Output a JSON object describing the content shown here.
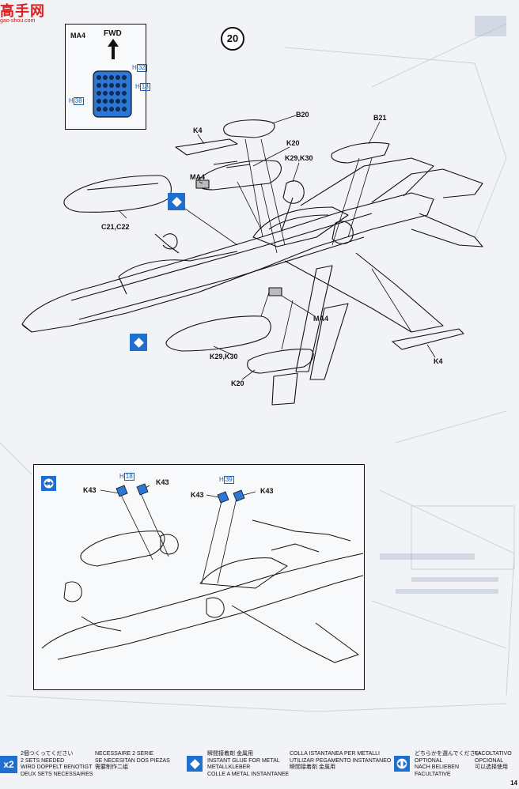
{
  "step": "20",
  "watermark": {
    "title": "高手网",
    "url": "gao-shou.com"
  },
  "inset_ma4": {
    "part": "MA4",
    "direction": "FWD",
    "callouts": [
      {
        "letter": "H",
        "num": "32"
      },
      {
        "letter": "H",
        "num": "18"
      },
      {
        "letter": "H",
        "num": "38"
      }
    ]
  },
  "main_labels": {
    "k4_top": "K4",
    "b20": "B20",
    "k20_top": "K20",
    "k29_top": "K29,K30",
    "b21": "B21",
    "ma4_top": "MA4",
    "c21": "C21,C22",
    "ma4_mid": "MA4",
    "k29_bottom": "K29,K30",
    "k20_bottom": "K20",
    "k4_right": "K4"
  },
  "optional_inset": {
    "callout_left": {
      "letter": "H",
      "num": "18"
    },
    "callout_right": {
      "letter": "H",
      "num": "39"
    },
    "labels": [
      "K43",
      "K43",
      "K43",
      "K43"
    ]
  },
  "footer": {
    "x2": "x2",
    "col1": [
      "2個つくってください",
      "2 SETS NEEDED",
      "WIRD DOPPELT BENOTIGT",
      "DEUX SETS NECESSAIRES"
    ],
    "col2": [
      "NECESSAIRE 2 SERIE",
      "SE NECESITAN DOS PIEZAS",
      "需要制作二组"
    ],
    "col3": [
      "瞬間接着剤 金属用",
      "INSTANT GLUE FOR METAL",
      "METALLKLEBER",
      "COLLE A METAL INSTANTANEE"
    ],
    "col4": [
      "COLLA ISTANTANEA PER METALLI",
      "UTILIZAR PEGAMENTO INSTANTANEO",
      "瞬間接着剤 金属用"
    ],
    "col5": [
      "どちらかを選んでください",
      "OPTIONAL",
      "NACH BELIEBEN",
      "FACULTATIVE"
    ],
    "col6": [
      "FACOLTATIVO",
      "OPCIONAL",
      "可以选择使用"
    ],
    "page": "14"
  },
  "colors": {
    "accent": "#1f6fd0",
    "line": "#111111",
    "ghost": "#8fa0b8"
  }
}
